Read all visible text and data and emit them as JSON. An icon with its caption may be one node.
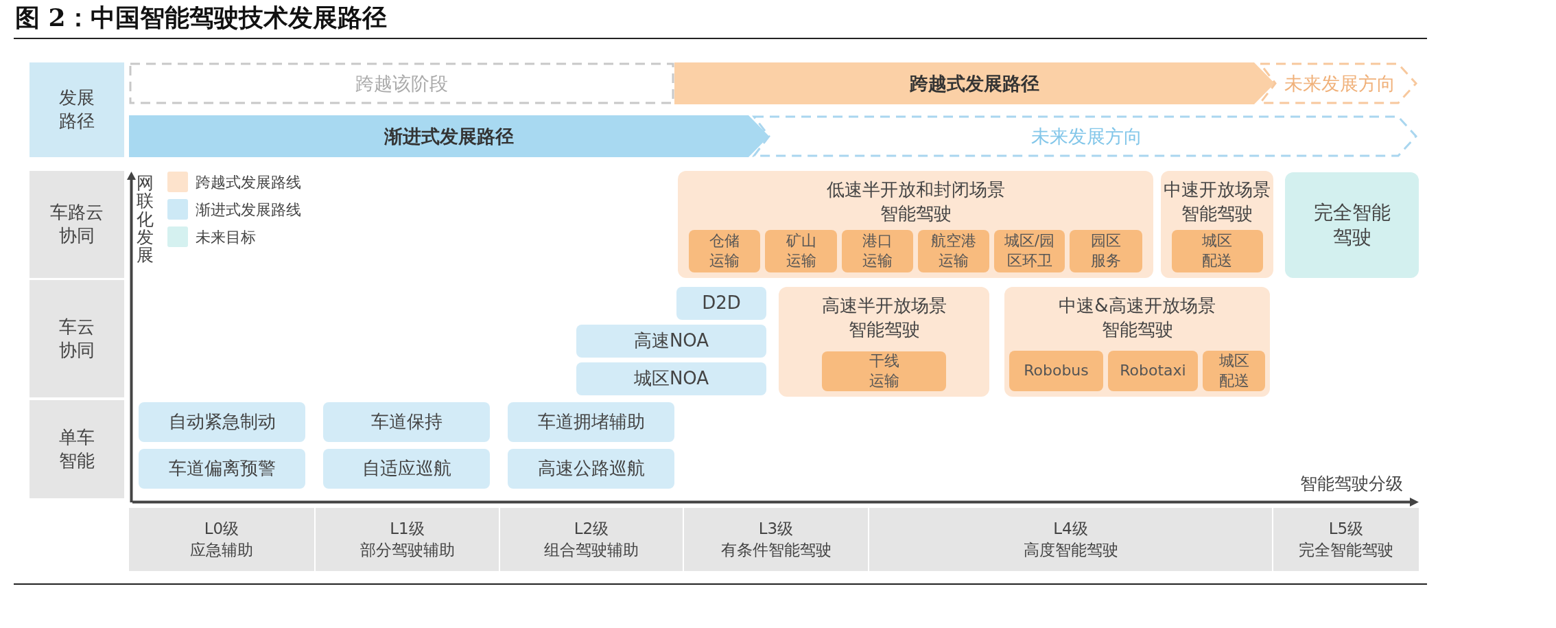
{
  "diagram": {
    "title": "图 2：中国智能驾驶技术发展路径",
    "nodes": [
      {
        "text": [
          "发展路径"
        ]
      },
      {
        "text": [
          "跨越该阶段"
        ]
      },
      {
        "text": [
          "跨越式发展路径"
        ]
      },
      {
        "text": [
          "未来发展方向"
        ]
      },
      {
        "text": [
          "渐进式发展路径"
        ]
      },
      {
        "text": [
          "未来发展方向"
        ]
      },
      {
        "text": [
          "车路云协同"
        ]
      },
      {
        "text": [
          "低速半开放和封闭场景智能驾驶"
        ]
      },
      {
        "text": [
          "仓储运输"
        ],
        "in": 7
      },
      {
        "text": [
          "矿山运输"
        ],
        "in": 7
      },
      {
        "text": [
          "港口运输"
        ],
        "in": 7
      },
      {
        "text": [
          "航空港运输"
        ],
        "in": 7
      },
      {
        "text": [
          "城区/园区环卫"
        ],
        "in": 7
      },
      {
        "text": [
          "园区服务"
        ],
        "in": 7
      },
      {
        "text": [
          "中速开放场景智能驾驶"
        ]
      },
      {
        "text": [
          "城区配送"
        ],
        "in": 14
      },
      {
        "text": [
          "完全智能驾驶"
        ]
      },
      {
        "text": [
          "车云协同"
        ]
      },
      {
        "text": [
          "D2D"
        ]
      },
      {
        "text": [
          "高速半开放场景智能驾驶"
        ]
      },
      {
        "text": [
          "干线运输"
        ],
        "in": 19
      },
      {
        "text": [
          "中速&高速开放场景智能驾驶"
        ]
      },
      {
        "text": [
          "Robobus"
        ],
        "in": 21
      },
      {
        "text": [
          "Robotaxi"
        ],
        "in": 21
      },
      {
        "text": [
          "城区配送"
        ],
        "in": 21
      },
      {
        "text": [
          "高速NOA"
        ]
      },
      {
        "text": [
          "城区NOA"
        ]
      },
      {
        "text": [
          "单车智能"
        ]
      },
      {
        "text": [
          "自动紧急制动"
        ]
      },
      {
        "text": [
          "车道保持"
        ]
      },
      {
        "text": [
          "车道拥堵辅助"
        ]
      },
      {
        "text": [
          "车道偏离预警"
        ]
      },
      {
        "text": [
          "自适应巡航"
        ]
      },
      {
        "text": [
          "高速公路巡航"
        ]
      },
      {
        "text": [
          "L0级",
          "应急辅助"
        ]
      },
      {
        "text": [
          "L1级",
          "部分驾驶辅助"
        ]
      },
      {
        "text": [
          "L2级",
          "组合驾驶辅助"
        ]
      },
      {
        "text": [
          "L3级",
          "有条件智能驾驶"
        ]
      },
      {
        "text": [
          "L4级",
          "高度智能驾驶"
        ]
      },
      {
        "text": [
          "L5级",
          "完全智能驾驶"
        ]
      }
    ],
    "edges": [],
    "labels": [
      "网联化发展",
      "智能驾驶分级"
    ],
    "legend": [
      {
        "text": "跨越式发展路线",
        "color": "#fde3cc"
      },
      {
        "text": "渐进式发展路线",
        "color": "#cde9f6"
      },
      {
        "text": "未来目标",
        "color": "#d5f1f0"
      }
    ]
  }
}
